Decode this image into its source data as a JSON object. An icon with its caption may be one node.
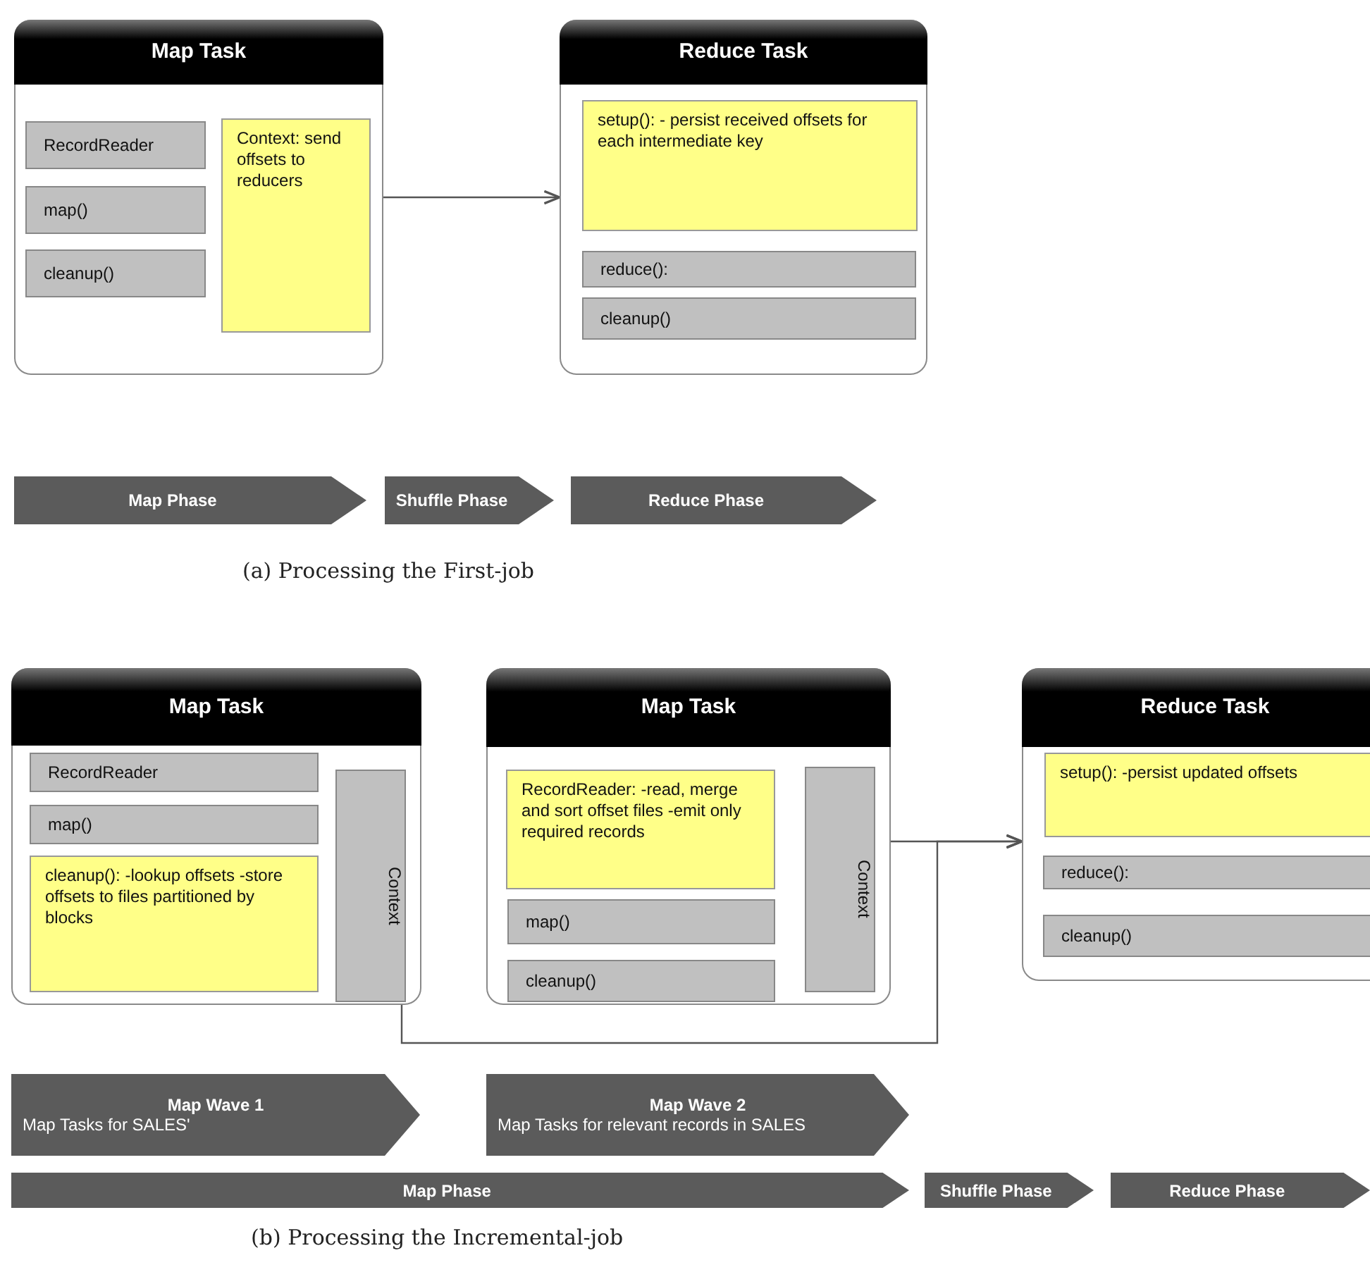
{
  "diagram": {
    "nodes": [
      {
        "text": [
          "Map Task"
        ]
      },
      {
        "text": [
          "RecordReader"
        ],
        "in": 0
      },
      {
        "text": [
          "map()"
        ],
        "in": 0
      },
      {
        "text": [
          "cleanup()"
        ],
        "in": 0
      },
      {
        "text": [
          "Context: send offsets to reducers"
        ],
        "in": 0
      },
      {
        "text": [
          "Reduce Task"
        ]
      },
      {
        "text": [
          "setup(): - persist received offsets for each intermediate key"
        ],
        "in": 5
      },
      {
        "text": [
          "reduce():"
        ],
        "in": 5
      },
      {
        "text": [
          "cleanup()"
        ],
        "in": 5
      },
      {
        "text": [
          "Map Phase"
        ]
      },
      {
        "text": [
          "Shuffle Phase"
        ]
      },
      {
        "text": [
          "Reduce Phase"
        ]
      },
      {
        "text": [
          "Map Task"
        ]
      },
      {
        "text": [
          "RecordReader"
        ],
        "in": 12
      },
      {
        "text": [
          "map()"
        ],
        "in": 12
      },
      {
        "text": [
          "cleanup(): -lookup offsets -store offsets to files partitioned by blocks"
        ],
        "in": 12
      },
      {
        "text": [
          "Context"
        ],
        "in": 12
      },
      {
        "text": [
          "Map Task"
        ]
      },
      {
        "text": [
          "RecordReader: -read, merge and sort offset files -emit only required records"
        ],
        "in": 17
      },
      {
        "text": [
          "map()"
        ],
        "in": 17
      },
      {
        "text": [
          "cleanup()"
        ],
        "in": 17
      },
      {
        "text": [
          "Context"
        ],
        "in": 17
      },
      {
        "text": [
          "Reduce Task"
        ]
      },
      {
        "text": [
          "setup(): -persist updated offsets"
        ],
        "in": 22
      },
      {
        "text": [
          "reduce():"
        ],
        "in": 22
      },
      {
        "text": [
          "cleanup()"
        ],
        "in": 22
      },
      {
        "text": [
          "Map Wave 1",
          "Map Tasks for SALES'"
        ]
      },
      {
        "text": [
          "Map Wave 2",
          "Map Tasks for relevant records in SALES"
        ]
      },
      {
        "text": [
          "Map Phase"
        ]
      },
      {
        "text": [
          "Shuffle Phase"
        ]
      },
      {
        "text": [
          "Reduce Phase"
        ]
      }
    ],
    "edges": [
      {
        "from": 0,
        "to": 5,
        "arrow": "to"
      },
      {
        "from": 21,
        "to": 22,
        "arrow": "to"
      },
      {
        "from": 12,
        "to": 22,
        "arrow": "to"
      }
    ],
    "labels": [
      "(a) Processing the First-job",
      "(b) Processing the Incremental-job"
    ]
  }
}
